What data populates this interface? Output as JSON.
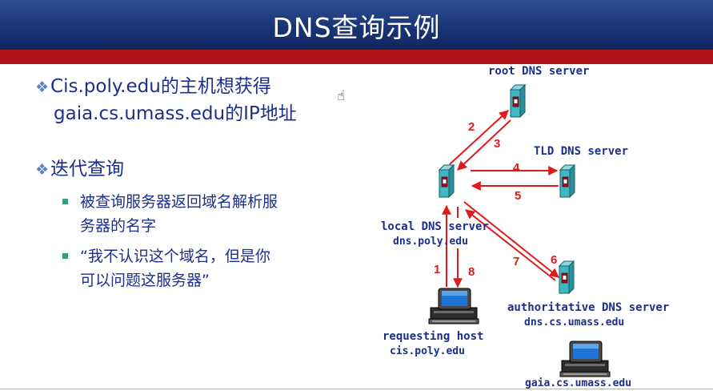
{
  "slide": {
    "title": "DNS查询示例",
    "bullet1_line1": "Cis.poly.edu的主机想获得",
    "bullet1_line2": "gaia.cs.umass.edu的IP地址",
    "bullet2": "迭代查询",
    "sub1_line1": "被查询服务器返回域名解析服",
    "sub1_line2": "务器的名字",
    "sub2_line1": "“我不认识这个域名，但是你",
    "sub2_line2": "可以问题这服务器”"
  },
  "diagram": {
    "root_label": "root DNS server",
    "tld_label": "TLD DNS server",
    "local_label": "local DNS server",
    "local_host": "dns.poly.edu",
    "auth_label": "authoritative DNS server",
    "auth_host": "dns.cs.umass.edu",
    "req_label": "requesting host",
    "req_host": "cis.poly.edu",
    "target_host": "gaia.cs.umass.edu",
    "steps": [
      "1",
      "2",
      "3",
      "4",
      "5",
      "6",
      "7",
      "8"
    ]
  },
  "colors": {
    "title_bg": "#1a3576",
    "accent_red": "#b01318",
    "arrow": "#e11b1b",
    "text_blue": "#1c2f8c",
    "server": "#3fb8c4"
  }
}
